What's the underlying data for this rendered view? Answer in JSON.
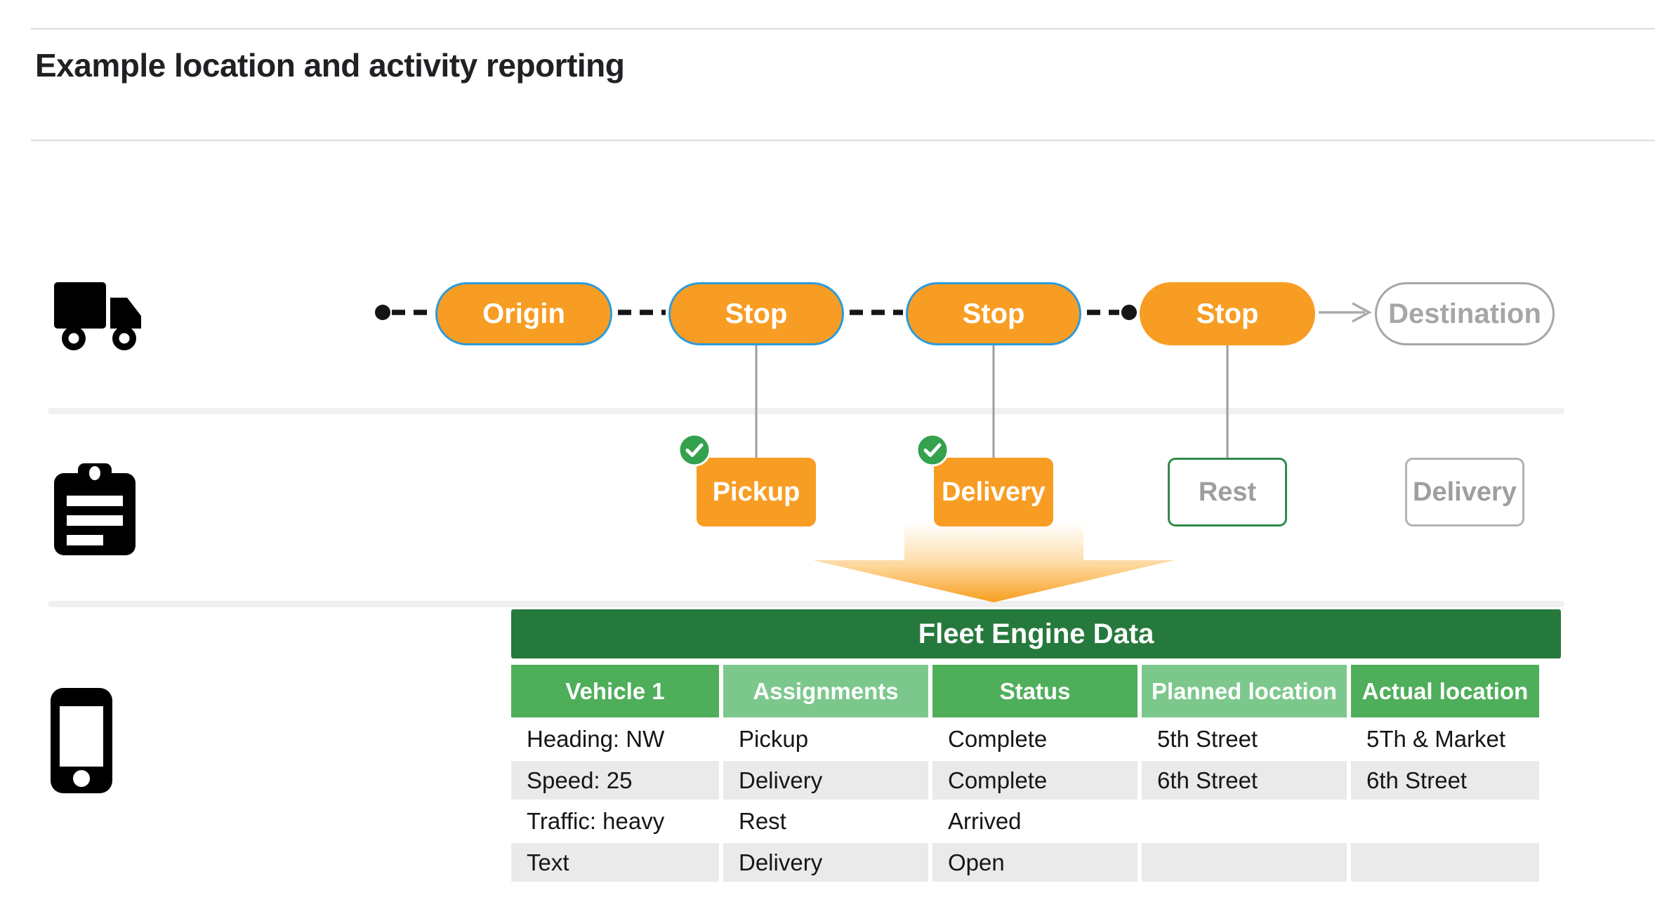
{
  "colors": {
    "orange": "#F89D23",
    "blue-border": "#2D9CDB",
    "green-dark": "#26793C",
    "green-mid": "#4FAE5A",
    "green-light": "#7CC88C",
    "green-check": "#34A14E",
    "green-outline": "#2F8A48",
    "row-gray": "#EAEAEA",
    "connector-gray": "#A6A6A6",
    "divider-gray": "#F0F0F0",
    "muted-text": "#9E9E9E",
    "title-text": "#202124"
  },
  "header": {
    "title": "Example location and activity reporting"
  },
  "route": {
    "icon": "truck-icon",
    "stops": [
      {
        "label": "Origin",
        "state": "visited"
      },
      {
        "label": "Stop",
        "state": "visited"
      },
      {
        "label": "Stop",
        "state": "visited"
      },
      {
        "label": "Stop",
        "state": "current"
      },
      {
        "label": "Destination",
        "state": "future"
      }
    ]
  },
  "activities": {
    "icon": "clipboard-icon",
    "items": [
      {
        "label": "Pickup",
        "status": "complete"
      },
      {
        "label": "Delivery",
        "status": "complete"
      },
      {
        "label": "Rest",
        "status": "active"
      },
      {
        "label": "Delivery",
        "status": "pending"
      }
    ]
  },
  "data_section": {
    "icon": "phone-icon",
    "table": {
      "title": "Fleet Engine Data",
      "columns": [
        "Vehicle 1",
        "Assignments",
        "Status",
        "Planned location",
        "Actual location"
      ],
      "rows": [
        [
          "Heading: NW",
          "Pickup",
          "Complete",
          "5th Street",
          "5Th & Market"
        ],
        [
          "Speed: 25",
          "Delivery",
          "Complete",
          "6th Street",
          "6th Street"
        ],
        [
          "Traffic: heavy",
          "Rest",
          "Arrived",
          "",
          ""
        ],
        [
          "Text",
          "Delivery",
          "Open",
          "",
          ""
        ]
      ]
    }
  }
}
